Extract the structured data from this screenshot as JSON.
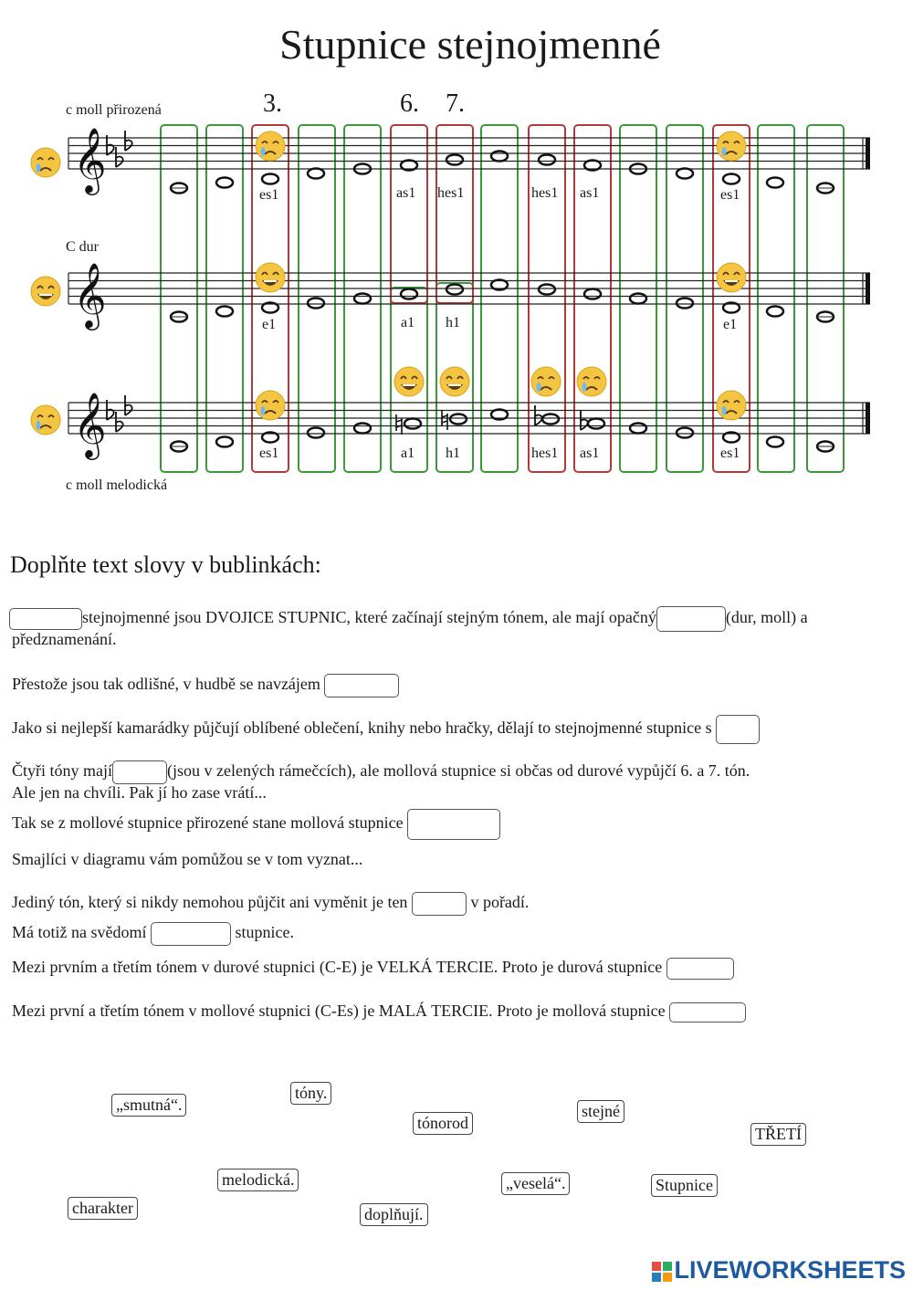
{
  "title": "Stupnice stejnojmenné",
  "column_numbers": [
    "3.",
    "6.",
    "7."
  ],
  "staves": [
    {
      "label": "c moll přirozená",
      "face": "sad",
      "note_names": [
        "es1",
        "as1",
        "hes1",
        "hes1",
        "as1",
        "es1"
      ]
    },
    {
      "label": "C dur",
      "face": "happy",
      "note_names": [
        "e1",
        "a1",
        "h1",
        "e1"
      ]
    },
    {
      "label": "c moll melodická",
      "face": "sad",
      "note_names": [
        "es1",
        "a1",
        "h1",
        "hes1",
        "as1",
        "es1"
      ]
    }
  ],
  "colors": {
    "green": "#3a9a3a",
    "red": "#b23a3a",
    "smiley": "#f4c542",
    "logo": "#1d5aa0"
  },
  "instructions": "Doplňte text slovy v bublinkách:",
  "sentences": {
    "s1a": "stejnojmenné jsou DVOJICE STUPNIC, které začínají stejným tónem, ale mají opačný",
    "s1b": "(dur, moll) a",
    "s1c": "předznamenání.",
    "s2": "Přestože jsou tak odlišné, v hudbě se navzájem",
    "s3": "Jako si nejlepší kamarádky půjčují oblíbené oblečení, knihy nebo hračky, dělají to stejnojmenné stupnice s",
    "s4a": "Čtyři tóny mají",
    "s4b": "(jsou v zelených rámečcích), ale mollová stupnice si občas od durové vypůjčí 6. a 7. tón.",
    "s4c": "Ale jen na chvíli. Pak jí ho zase vrátí...",
    "s5": "Tak se z mollové stupnice přirozené stane mollová stupnice",
    "s6": "Smajlíci v diagramu vám pomůžou se v tom vyznat...",
    "s7a": "Jediný tón, který si nikdy nemohou půjčit ani vyměnit je ten",
    "s7b": "v pořadí.",
    "s8a": "Má totiž na svědomí",
    "s8b": "stupnice.",
    "s9": "Mezi prvním a třetím tónem v durové stupnici (C-E) je VELKÁ TERCIE. Proto je durová stupnice",
    "s10": "Mezi první a třetím tónem v mollové stupnici (C-Es) je MALÁ TERCIE. Proto je mollová stupnice"
  },
  "word_bank": [
    "„smutná“.",
    "tóny.",
    "tónorod",
    "stejné",
    "TŘETÍ",
    "melodická.",
    "„veselá“.",
    "Stupnice",
    "charakter",
    "doplňují."
  ],
  "logo": "LIVEWORKSHEETS"
}
